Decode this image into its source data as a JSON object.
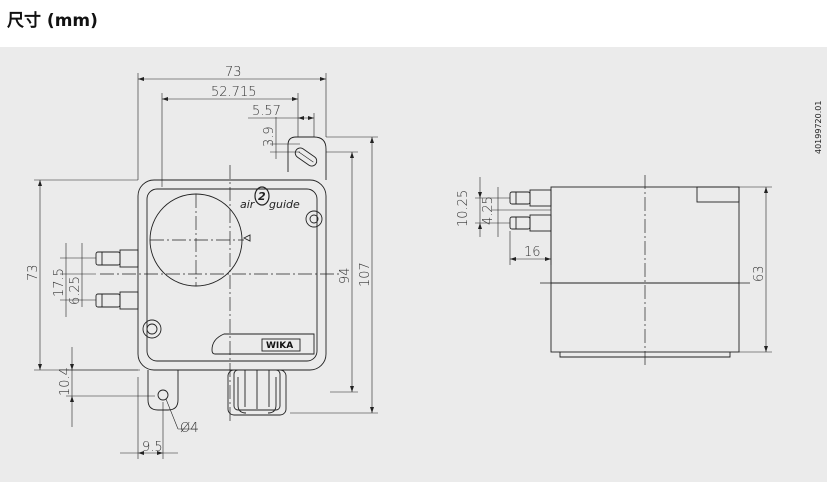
{
  "title": "尺寸 (mm)",
  "doc_number": "40199720.01",
  "front_view": {
    "logo_text": "air guide",
    "logo_digit": "2",
    "brand": "WIKA",
    "dims": {
      "width_73": "73",
      "d_52_715": "52.715",
      "d_5_57": "5.57",
      "d_3_9": "3.9",
      "height_73": "73",
      "d_17_5": "17.5",
      "d_6_25": "6.25",
      "d_94": "94",
      "d_107": "107",
      "d_10_4": "10.4",
      "d_dia4": "Ø4",
      "d_9_5": "9.5"
    }
  },
  "side_view": {
    "dims": {
      "d_10_25": "10.25",
      "d_4_25": "4.25",
      "d_16": "16",
      "d_63": "63"
    }
  }
}
